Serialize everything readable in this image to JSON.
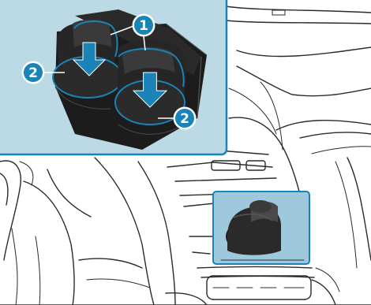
{
  "figure": {
    "frame_color": "#000000",
    "inset_border_color": "#1a83b7",
    "inset_fill": "#bcd9e6",
    "highlight_fill": "#9ec9dc",
    "accent_blue": "#1a83b7",
    "callouts": [
      {
        "label": "1"
      },
      {
        "label": "2"
      },
      {
        "label": "2"
      }
    ],
    "arrows": [
      {
        "icon": "arrow-down-icon"
      },
      {
        "icon": "arrow-down-icon"
      }
    ]
  }
}
